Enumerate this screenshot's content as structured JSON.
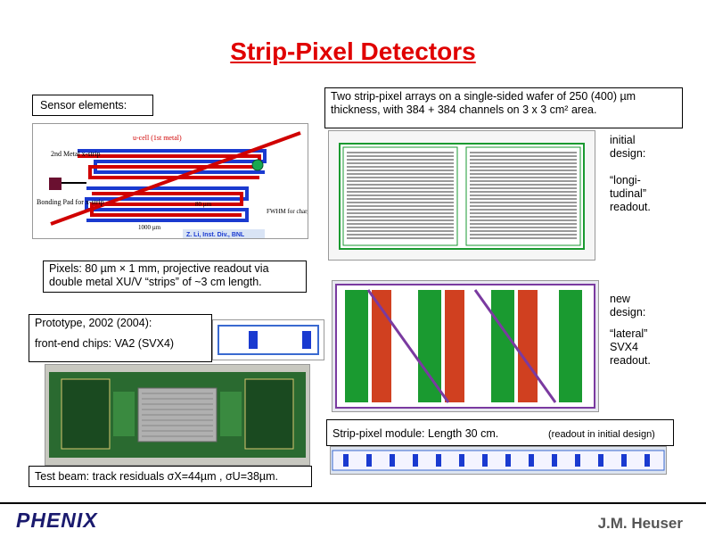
{
  "title": "Strip-Pixel Detectors",
  "sensor_label": "Sensor elements:",
  "wafer_text": "Two strip-pixel arrays on a single-sided wafer of 250 (400) µm thickness, with 384 + 384 channels on 3 x 3 cm² area.",
  "pixels_text": "Pixels: 80 µm × 1 mm, projective readout via double metal XU/V “strips” of ~3 cm length.",
  "prototype_text": "Prototype, 2002 (2004):",
  "frontend_text": "front-end chips: VA2 (SVX4)",
  "initial_design": "initial design:",
  "longitudinal": "“longi-tudinal” readout.",
  "new_design": "new design:",
  "lateral": "“lateral” SVX4 readout.",
  "module_text": "Strip-pixel module: Length 30 cm.",
  "readout_note": "(readout in initial design)",
  "testbeam_text": "Test beam: track residuals σX=44µm , σU=38µm.",
  "author": "J.M. Heuser",
  "logo_text": "PHENIX",
  "diagram": {
    "label_2nd_metal": "2nd Metal x-strip",
    "label_ucell": "u-cell (1st metal)",
    "label_bonding": "Bonding Pad for x-strip",
    "label_80": "80 µm",
    "label_1000": "1000 µm",
    "label_fwhm": "FWHM for charge diffusion",
    "label_credit": "Z. Li, Inst. Div., BNL"
  },
  "colors": {
    "title": "#e00000",
    "strip_red": "#d00000",
    "strip_blue": "#1a3ad0"
  }
}
